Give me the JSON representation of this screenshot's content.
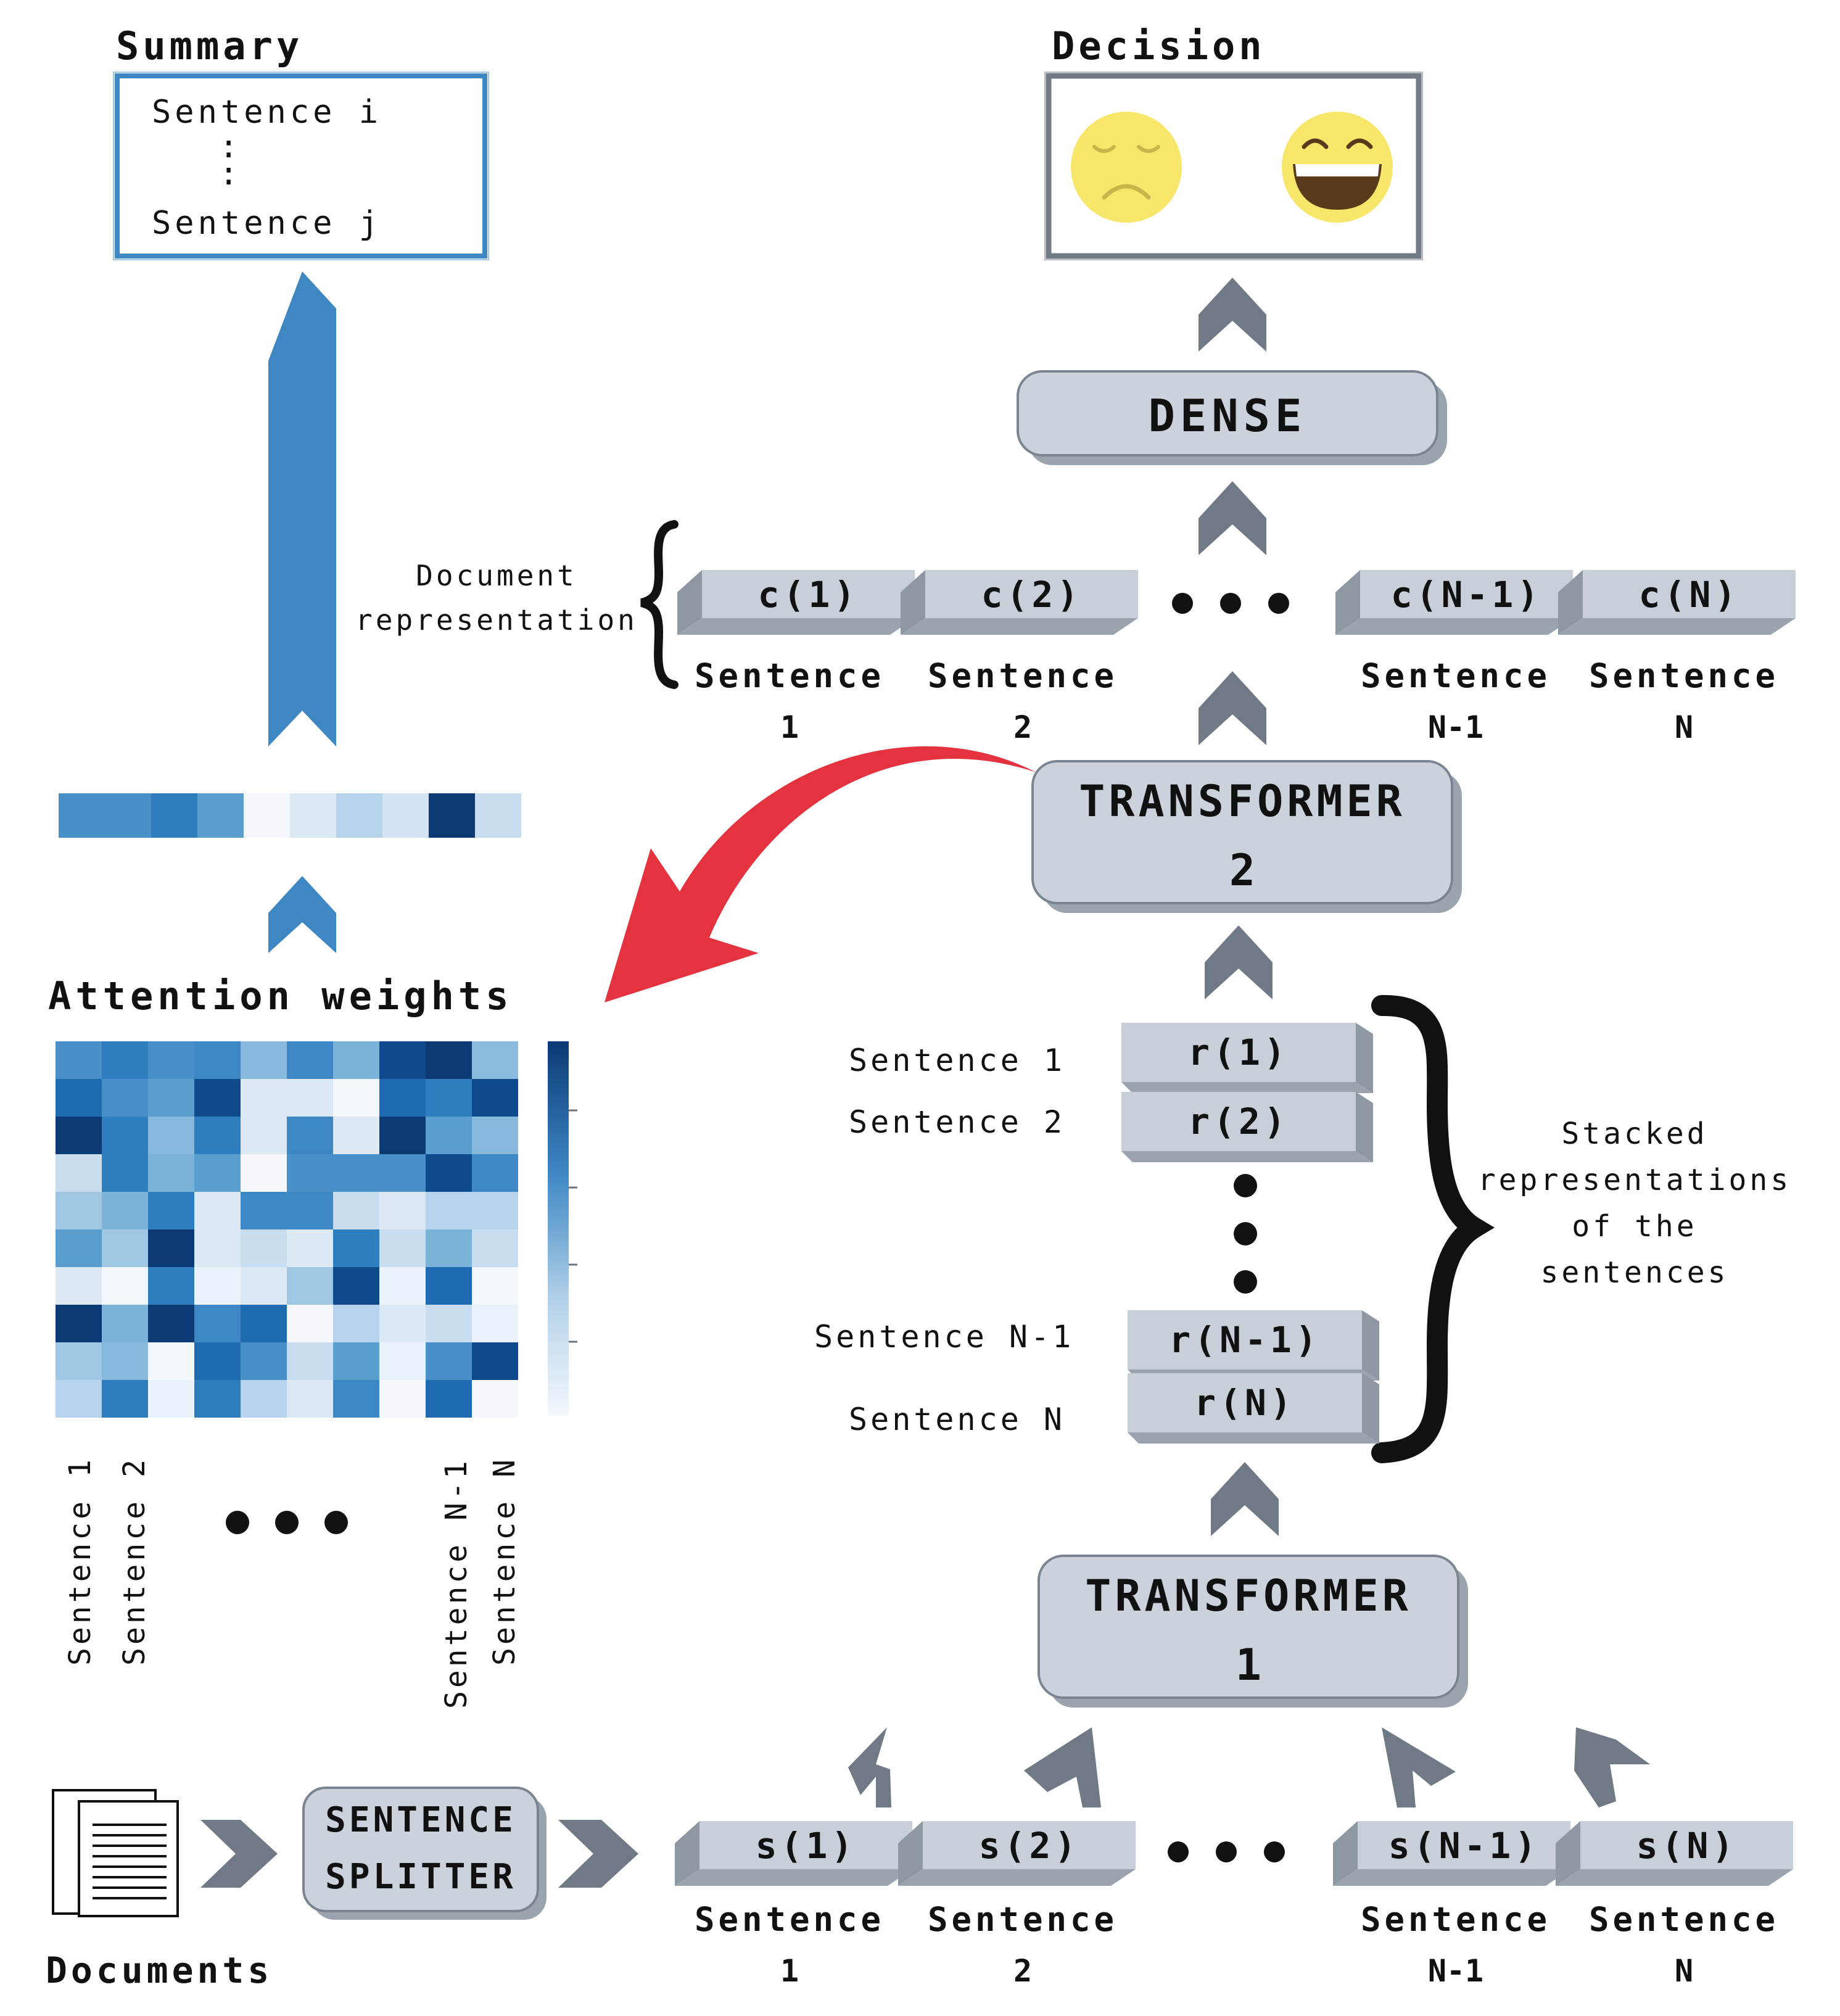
{
  "summary": {
    "title": "Summary",
    "first": "Sentence i",
    "ellipsis": ":",
    "last": "Sentence j"
  },
  "decision": {
    "title": "Decision",
    "icons": [
      "sad-face-icon",
      "happy-face-icon"
    ]
  },
  "dense": {
    "label": "DENSE"
  },
  "transformer2": {
    "line1": "TRANSFORMER",
    "line2": "2"
  },
  "transformer1": {
    "line1": "TRANSFORMER",
    "line2": "1"
  },
  "splitter": {
    "line1": "SENTENCE",
    "line2": "SPLITTER"
  },
  "documents": {
    "label": "Documents"
  },
  "doc_rep": {
    "label1": "Document",
    "label2": "representation",
    "blocks": [
      "c(1)",
      "c(2)",
      "c(N-1)",
      "c(N)"
    ],
    "sent_top": [
      "Sentence",
      "Sentence",
      "Sentence",
      "Sentence"
    ],
    "sent_bottom": [
      "1",
      "2",
      "N-1",
      "N"
    ]
  },
  "sentences_input": {
    "blocks": [
      "s(1)",
      "s(2)",
      "s(N-1)",
      "s(N)"
    ],
    "sent_top": [
      "Sentence",
      "Sentence",
      "Sentence",
      "Sentence"
    ],
    "sent_bottom": [
      "1",
      "2",
      "N-1",
      "N"
    ]
  },
  "stacked": {
    "blocks": [
      "r(1)",
      "r(2)",
      "r(N-1)",
      "r(N)"
    ],
    "labels": [
      "Sentence 1",
      "Sentence 2",
      "Sentence N-1",
      "Sentence N"
    ],
    "brace_label": [
      "Stacked",
      "representations",
      "of the",
      "sentences"
    ]
  },
  "attention": {
    "title": "Attention weights",
    "axis_labels": [
      "Sentence 1",
      "Sentence 2",
      "Sentence N-1",
      "Sentence N"
    ],
    "vector_colors": [
      "#4a90c8",
      "#4a90c8",
      "#2e7dbf",
      "#5a9ed0",
      "#f4f8fc",
      "#dce9f5",
      "#b5d3ea",
      "#d3e3f3",
      "#0b3a75",
      "#c9ddf0"
    ],
    "heatmap_rows": [
      [
        "#4a90c8",
        "#2e7dbf",
        "#4a90c8",
        "#3d87c4",
        "#86b9dc",
        "#3d87c4",
        "#7cb3d9",
        "#0e4a8c",
        "#0b3a75",
        "#8bbcde"
      ],
      [
        "#1f6bb1",
        "#4a90c8",
        "#5a9ed0",
        "#0e4a8c",
        "#dce9f5",
        "#dce9f5",
        "#f2f7fb",
        "#1f6bb1",
        "#2e7dbf",
        "#0e4a8c"
      ],
      [
        "#0b3a75",
        "#2e7dbf",
        "#86b9dc",
        "#2e7dbf",
        "#dce9f5",
        "#3d87c4",
        "#dce9f5",
        "#0b3a75",
        "#5a9ed0",
        "#86b9dc"
      ],
      [
        "#c9ddf0",
        "#2e7dbf",
        "#7cb3d9",
        "#5a9ed0",
        "#f4f8fc",
        "#4a90c8",
        "#4a90c8",
        "#4a90c8",
        "#0e4a8c",
        "#3d87c4"
      ],
      [
        "#9fc6e3",
        "#7cb3d9",
        "#2e7dbf",
        "#dce9f5",
        "#3d87c4",
        "#3d87c4",
        "#c9ddf0",
        "#dce9f5",
        "#b5d3ea",
        "#b5d3ea"
      ],
      [
        "#5a9ed0",
        "#9fc6e3",
        "#0b3a75",
        "#dce9f5",
        "#c9ddf0",
        "#dce9f5",
        "#2e7dbf",
        "#c9ddf0",
        "#7cb3d9",
        "#c9ddf0"
      ],
      [
        "#dce9f5",
        "#f2f7fb",
        "#2e7dbf",
        "#eaf2f9",
        "#dce9f5",
        "#9fc6e3",
        "#0e4a8c",
        "#eaf2f9",
        "#1f6bb1",
        "#f2f7fb"
      ],
      [
        "#0b3a75",
        "#7cb3d9",
        "#0b3a75",
        "#3d87c4",
        "#1f6bb1",
        "#f4f8fc",
        "#b5d3ea",
        "#dce9f5",
        "#c9ddf0",
        "#eaf2f9"
      ],
      [
        "#9fc6e3",
        "#86b9dc",
        "#f2f7fb",
        "#1f6bb1",
        "#4a90c8",
        "#c9ddf0",
        "#5a9ed0",
        "#eaf2f9",
        "#4a90c8",
        "#0e4a8c"
      ],
      [
        "#b5d3ea",
        "#2e7dbf",
        "#eaf2f9",
        "#2e7dbf",
        "#b5d3ea",
        "#dce9f5",
        "#3d87c4",
        "#f4f8fc",
        "#1f6bb1",
        "#f4f8fc"
      ]
    ]
  },
  "colors": {
    "summary_border": "#3f87c2",
    "decision_border": "#707a84",
    "node_fill": "#cbd2db",
    "node_shadow": "#9aa4af",
    "block_face": "#c8cfd8",
    "block_side": "#8e98a3",
    "chevron_grey": "#6f7a86",
    "chevron_blue": "#3f87c2",
    "red_arrow": "#e4323f",
    "face_yellow": "#f8e66b"
  }
}
